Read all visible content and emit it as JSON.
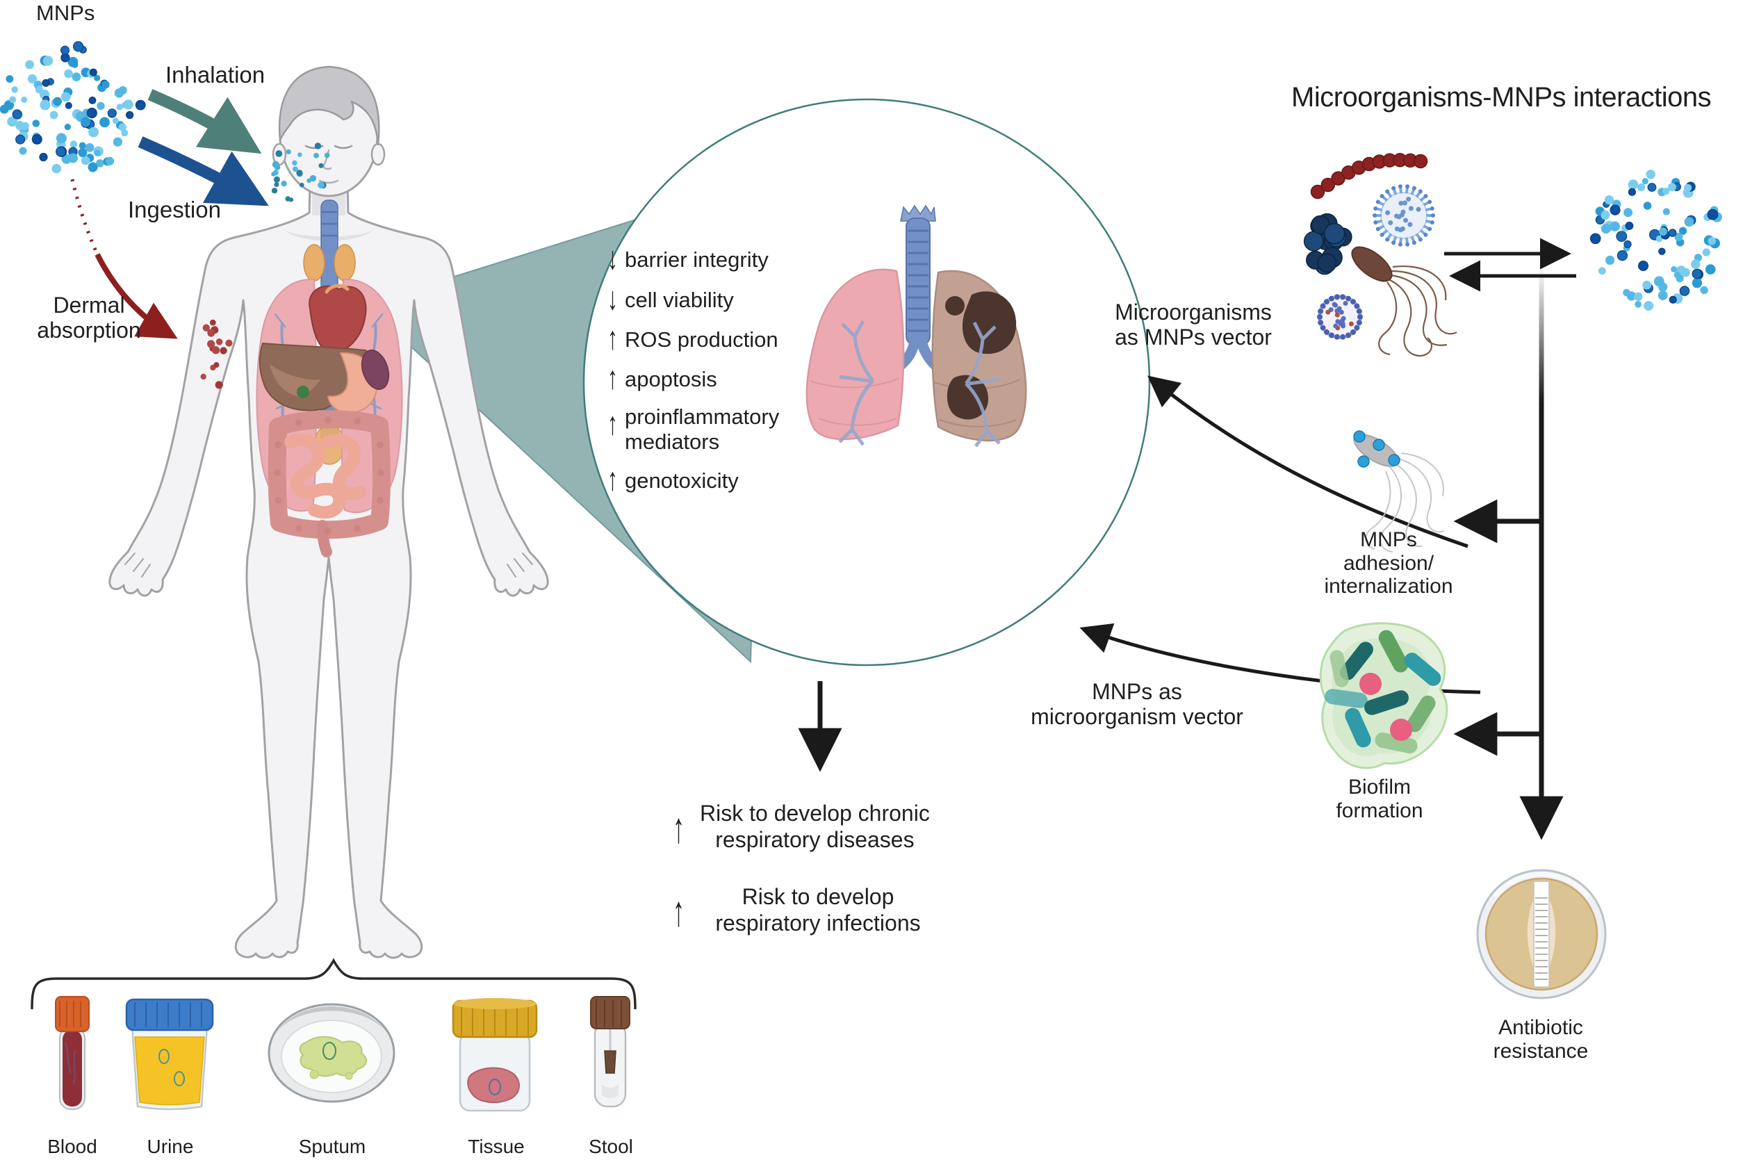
{
  "figure": {
    "title": "Microorganisms-MNPs interactions",
    "mnps_label": "MNPs",
    "exposure_routes": {
      "inhalation": "Inhalation",
      "ingestion": "Ingestion",
      "dermal": "Dermal\nabsorption"
    },
    "lung_effects": [
      {
        "arrow": "↓",
        "text": "barrier integrity"
      },
      {
        "arrow": "↓",
        "text": "cell viability"
      },
      {
        "arrow": "↑",
        "text": "ROS production"
      },
      {
        "arrow": "↑",
        "text": "apoptosis"
      },
      {
        "arrow": "↑",
        "text": "proinflammatory\nmediators"
      },
      {
        "arrow": "↑",
        "text": "genotoxicity"
      }
    ],
    "risks": [
      {
        "arrow": "↑",
        "text": "Risk to develop chronic\nrespiratory diseases"
      },
      {
        "arrow": "↑",
        "text": "Risk to develop\nrespiratory infections"
      }
    ],
    "interactions": {
      "microorganisms_as_mnps_vector": "Microorganisms\nas MNPs vector",
      "mnps_adhesion": "MNPs\nadhesion/\ninternalization",
      "biofilm_formation": "Biofilm\nformation",
      "mnps_as_microorganism_vector": "MNPs as\nmicroorganism vector",
      "antibiotic_resistance": "Antibiotic\nresistance"
    },
    "specimens": [
      "Blood",
      "Urine",
      "Sputum",
      "Tissue",
      "Stool"
    ],
    "icons": [
      "mnps-cloud-icon",
      "human-body-icon",
      "lungs-icon",
      "bacteria-icon",
      "virus-icon",
      "biofilm-icon",
      "petri-dish-icon",
      "specimen-containers-icon"
    ],
    "colors": {
      "inhalation_arrow": "#4e7f78",
      "ingestion_arrow": "#1d5291",
      "dermal_arrow": "#8e1f1f",
      "mnp_blue": "#2b9ad4",
      "magnifier_circle": "#3f7d7a",
      "cone": "#8fb0b0",
      "biofilm_green": "#5fa360",
      "petri_tan": "#dcc394",
      "text": "#1f1f1f"
    }
  }
}
